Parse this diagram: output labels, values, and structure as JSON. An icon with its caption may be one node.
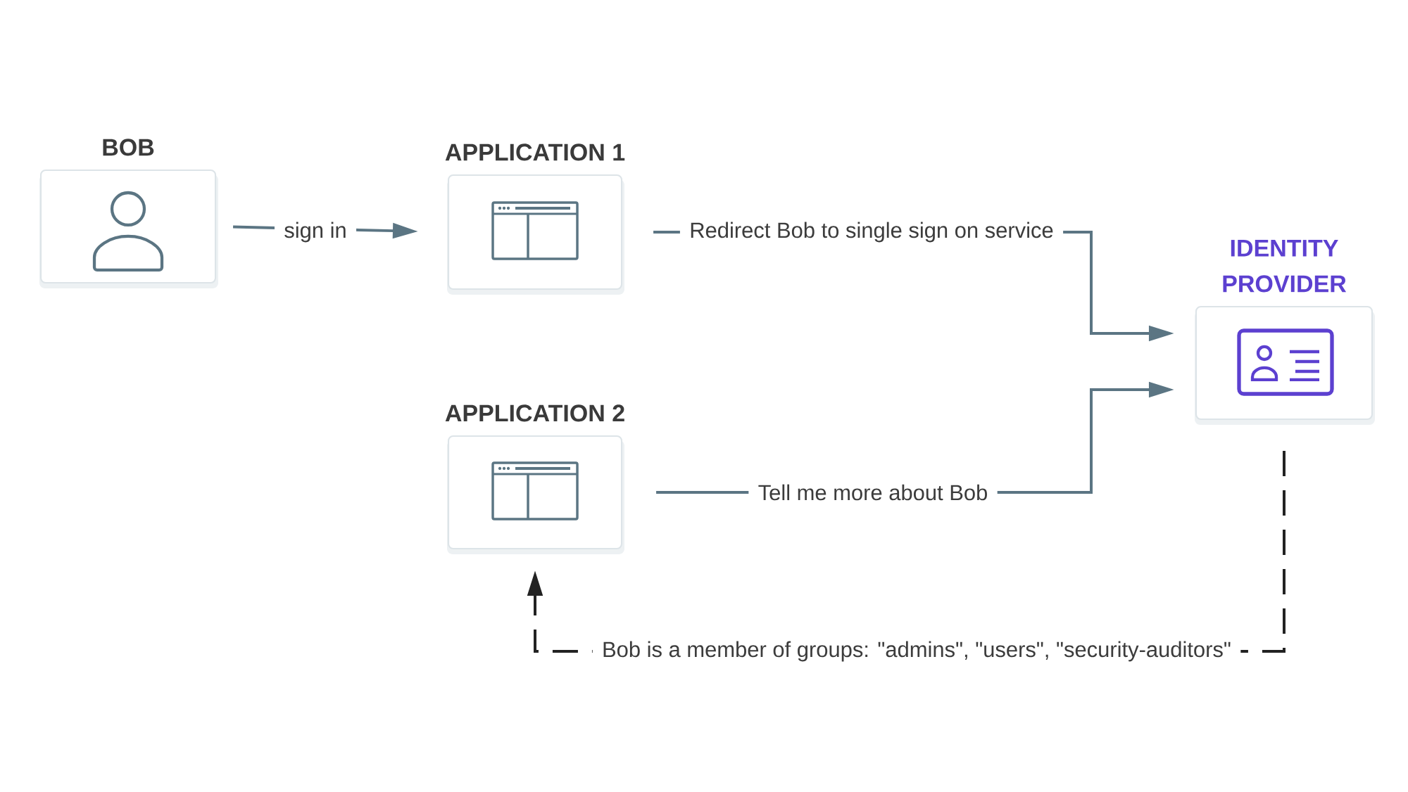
{
  "diagram": {
    "nodes": [
      {
        "text": [
          "BOB"
        ]
      },
      {
        "text": [
          "APPLICATION 1"
        ]
      },
      {
        "text": [
          "IDENTITY PROVIDER"
        ]
      },
      {
        "text": [
          "APPLICATION 2"
        ]
      }
    ],
    "edges": [
      {
        "from": 0,
        "to": 1,
        "arrow": "to",
        "label": "sign in"
      },
      {
        "from": 1,
        "to": 2,
        "arrow": "to",
        "label": "Redirect Bob to single sign on service"
      },
      {
        "from": 3,
        "to": 2,
        "arrow": "to",
        "label": "Tell me more about Bob"
      },
      {
        "from": 2,
        "to": 3,
        "arrow": "to",
        "label": "Bob is a member of groups: \"admins\", \"users\", \"security-auditors\"",
        "style": "dashed",
        "color": "#222222"
      }
    ]
  }
}
